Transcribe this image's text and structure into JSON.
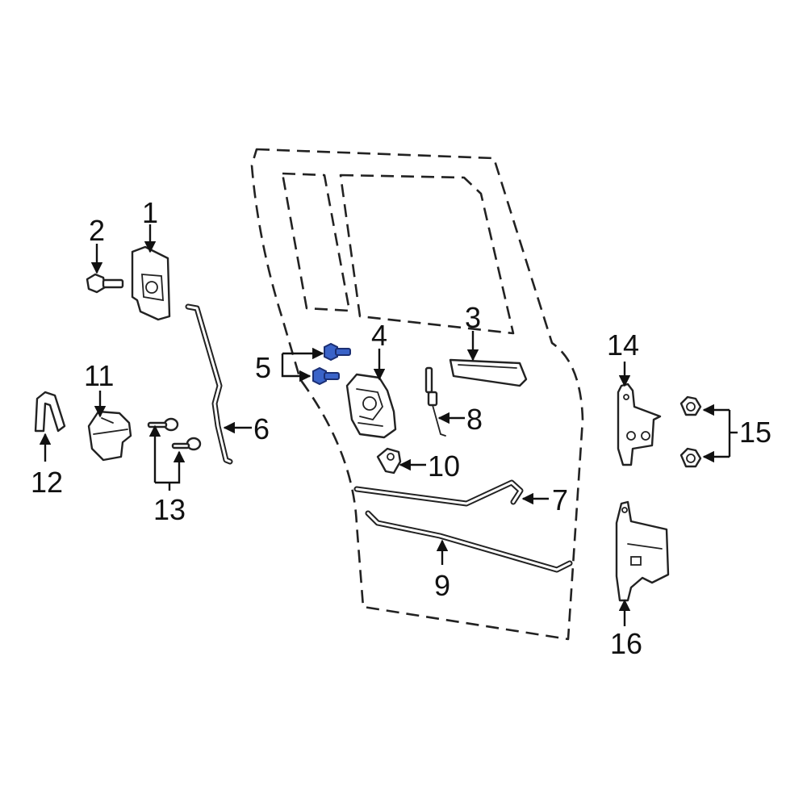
{
  "diagram": {
    "callouts": {
      "c1": "1",
      "c2": "2",
      "c3": "3",
      "c4": "4",
      "c5": "5",
      "c6": "6",
      "c7": "7",
      "c8": "8",
      "c9": "9",
      "c10": "10",
      "c11": "11",
      "c12": "12",
      "c13": "13",
      "c14": "14",
      "c15": "15",
      "c16": "16"
    },
    "colors": {
      "highlight": "#3a63c8",
      "line": "#222222"
    }
  }
}
